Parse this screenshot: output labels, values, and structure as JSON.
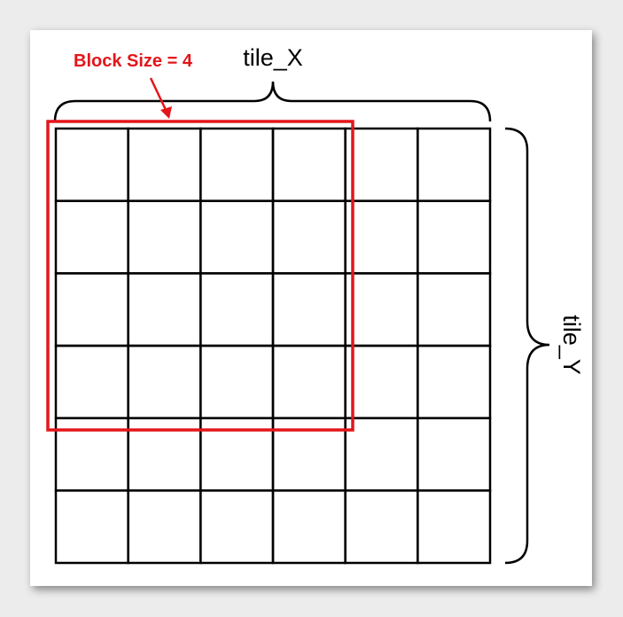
{
  "diagram": {
    "grid": {
      "rows": 6,
      "cols": 6
    },
    "block": {
      "size": 4,
      "label": "Block Size = 4",
      "color": "#e3161b"
    },
    "labels": {
      "x": "tile_X",
      "y": "tile_Y"
    },
    "colors": {
      "line": "#000000",
      "panel": "#ffffff",
      "background": "#ececec"
    }
  }
}
